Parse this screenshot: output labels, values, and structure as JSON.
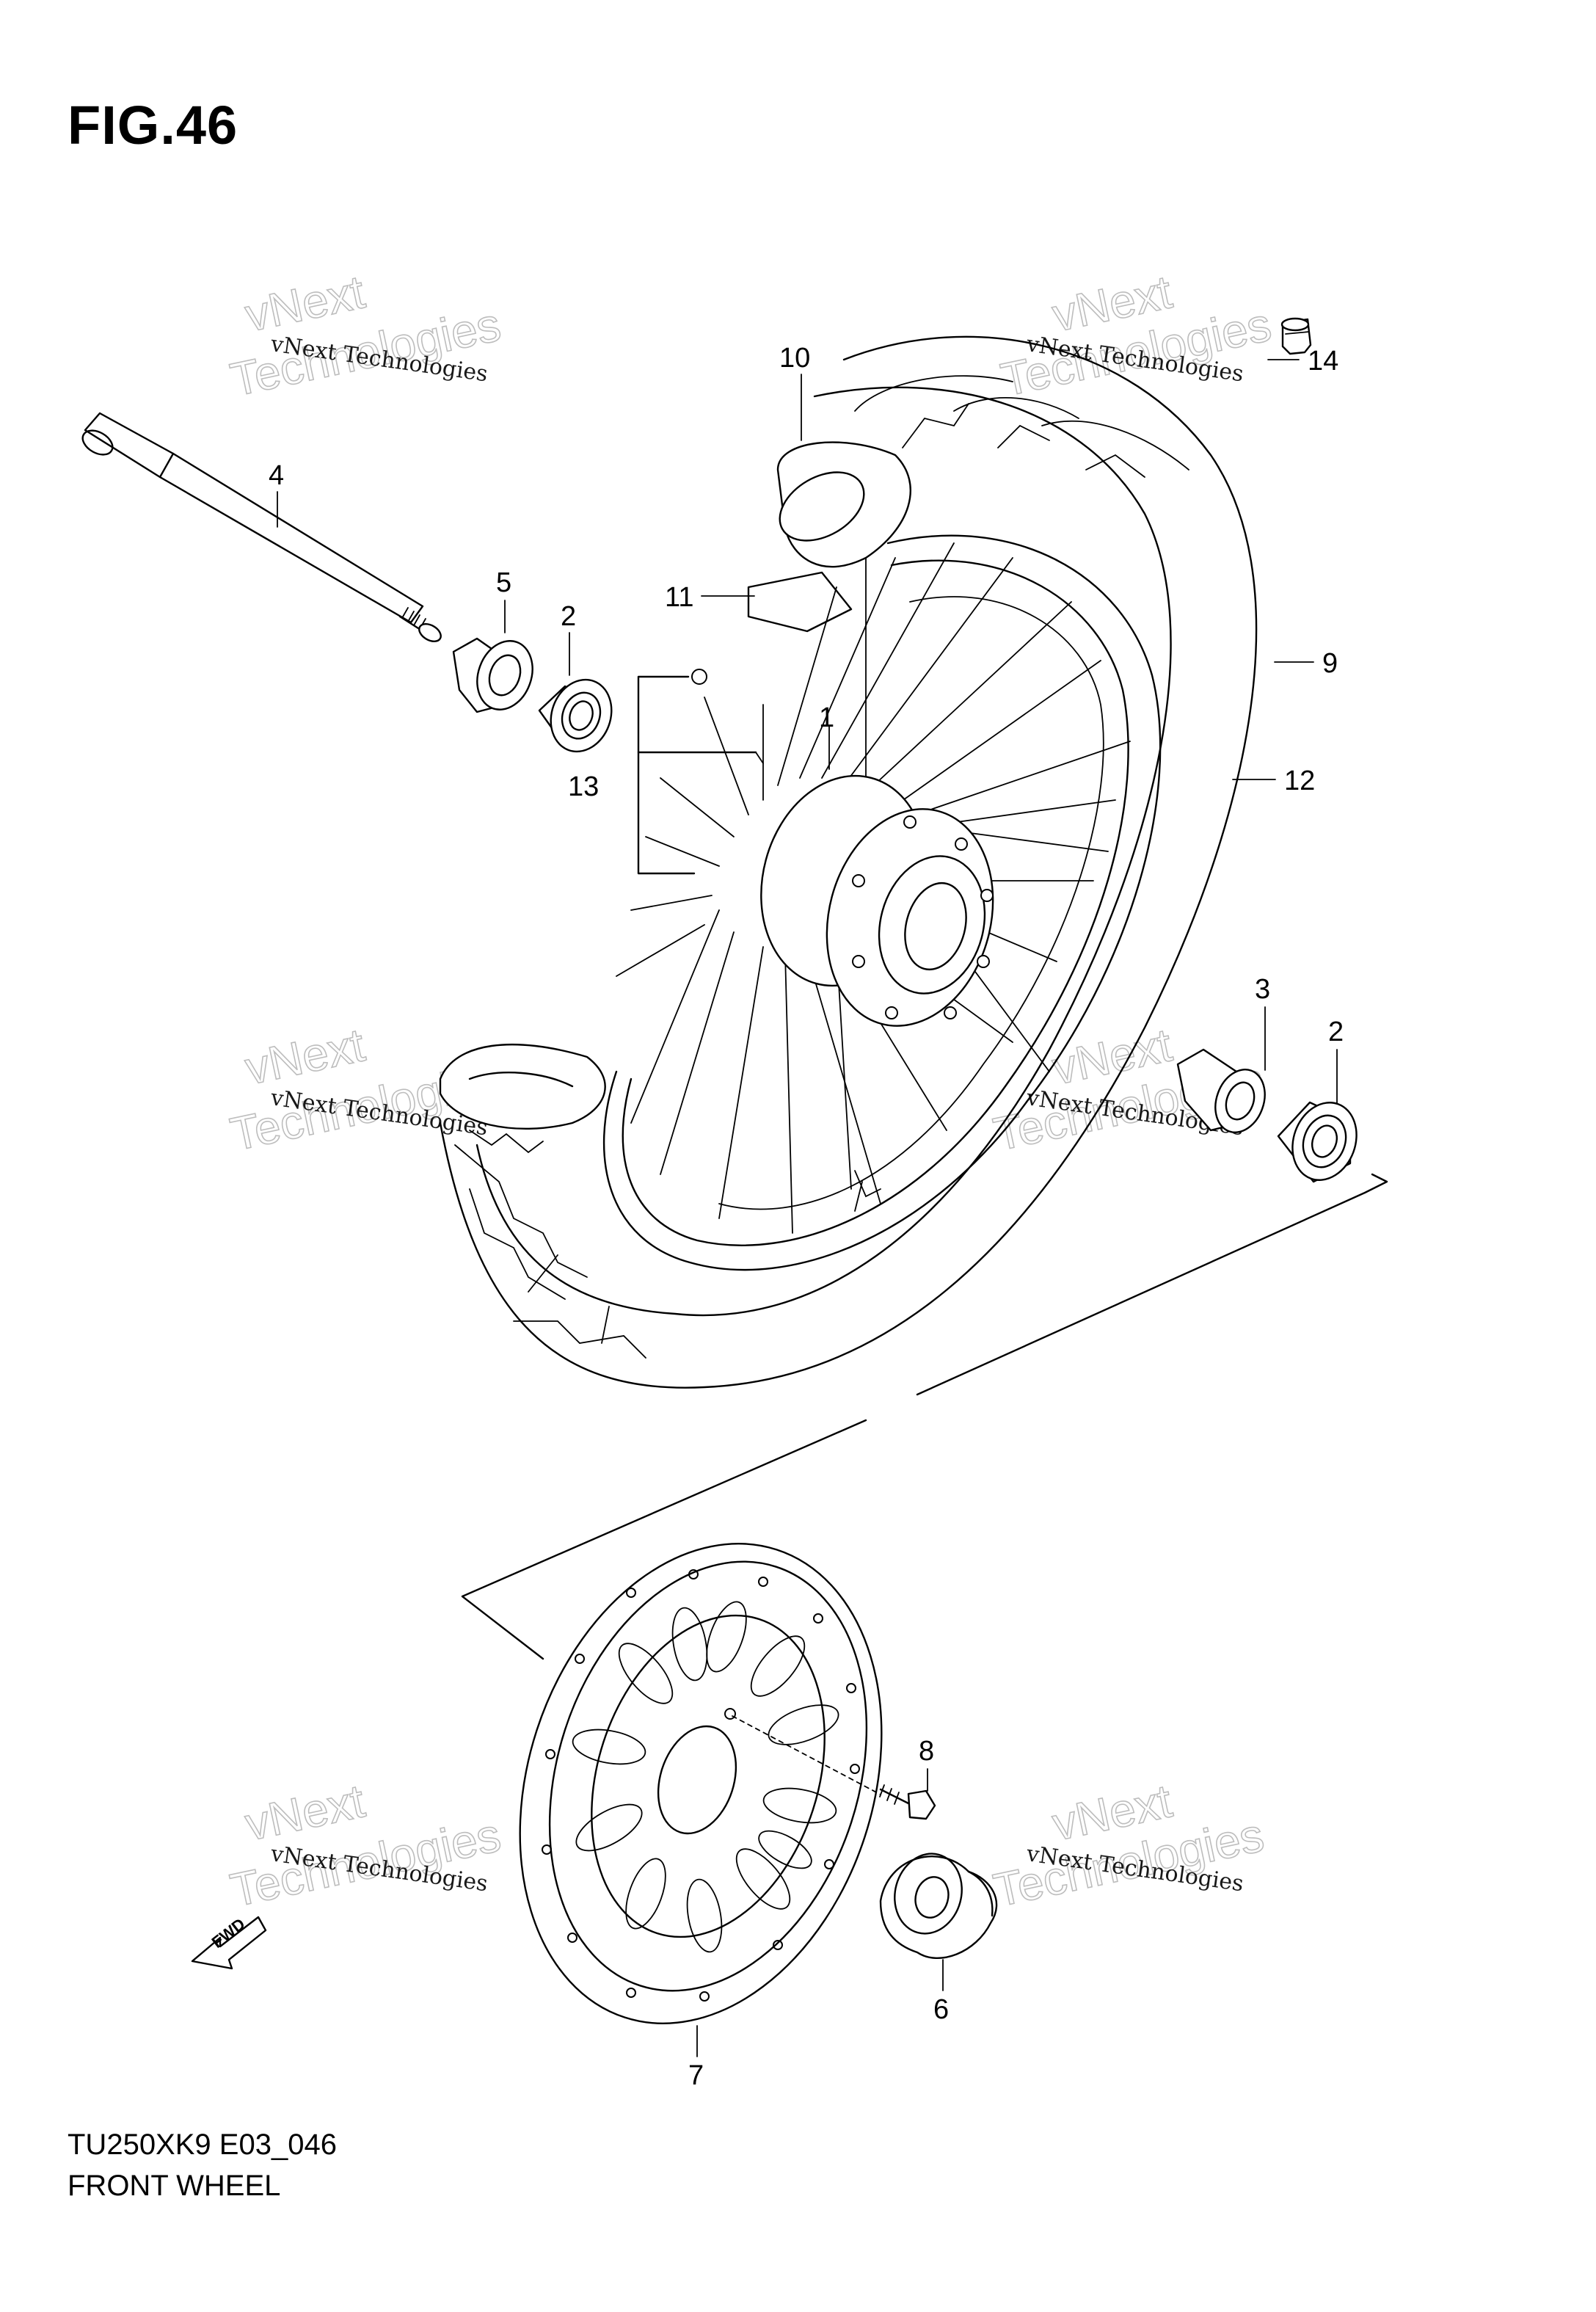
{
  "figure": {
    "title": "FIG.46",
    "model_code": "TU250XK9 E03_046",
    "caption": "FRONT WHEEL"
  },
  "watermark": {
    "line1": "vNext Technologies",
    "line2": "vNext",
    "line3": "Technologies"
  },
  "callouts": [
    {
      "id": "1",
      "label": "1"
    },
    {
      "id": "2a",
      "label": "2"
    },
    {
      "id": "2b",
      "label": "2"
    },
    {
      "id": "3",
      "label": "3"
    },
    {
      "id": "4",
      "label": "4"
    },
    {
      "id": "5",
      "label": "5"
    },
    {
      "id": "6",
      "label": "6"
    },
    {
      "id": "7",
      "label": "7"
    },
    {
      "id": "8",
      "label": "8"
    },
    {
      "id": "9",
      "label": "9"
    },
    {
      "id": "10",
      "label": "10"
    },
    {
      "id": "11",
      "label": "11"
    },
    {
      "id": "12",
      "label": "12"
    },
    {
      "id": "13",
      "label": "13"
    },
    {
      "id": "14",
      "label": "14"
    }
  ],
  "direction_arrow": {
    "label": "FWD"
  }
}
